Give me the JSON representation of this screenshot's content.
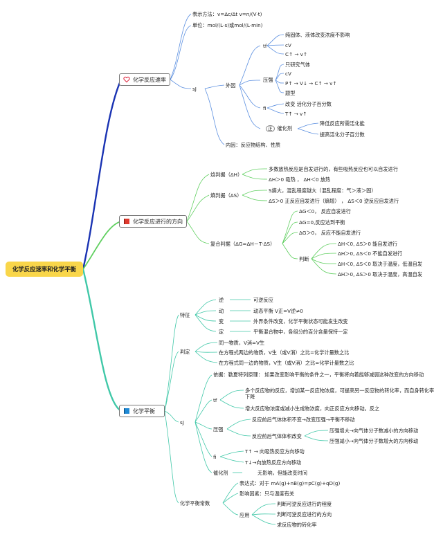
{
  "root": "化学反应速率和化学平衡",
  "b1": {
    "title": "化学反应速率",
    "icon": "heart-icon",
    "expr": "表示方法：v=Δc/Δt v=n/(V·t)",
    "unit": "单位：mol/(L·s)或mol/(L·min)",
    "sj": "sJ",
    "waiyin": "外因",
    "tf": "tf",
    "tf_items": [
      "纯固体、液体改变浓度不影响",
      "cV",
      "C↑ → v↑"
    ],
    "ya": "压强",
    "ya_items": [
      "只研究气体",
      "cV",
      "P↑ → V↓ → C↑ → v↑",
      "题型"
    ],
    "fi": "fi",
    "fi_items": [
      "改变 活化分子百分数",
      "T↑ → v↑"
    ],
    "cat_tag": "正",
    "cat": "催化剂",
    "cat_items": [
      "降低反应所需活化能",
      "提高活化分子百分数"
    ],
    "neiyin": "内因：反应物结构、性质"
  },
  "b2": {
    "title": "化学反应进行的方向",
    "icon": "red-flag-icon",
    "h": "焓判据（ΔH）",
    "h_items": [
      "多数放热反应是自发进行的，有些吸热反应也可以自发进行",
      "ΔH＞0 吸热 ， ΔH＜0 放热"
    ],
    "s": "熵判据（ΔS）",
    "s_items": [
      "S熵大，混乱程度越大（混乱程度：气＞液＞固）",
      "ΔS＞0 正反应自发进行（熵增） ， ΔS＜0 逆反应自发进行"
    ],
    "g": "复合判据（ΔG=ΔH－T·ΔS）",
    "g_items": [
      "ΔG＜0， 反应自发进行",
      "ΔG=0,反应达到平衡",
      "ΔG＞0， 反应不能自发进行"
    ],
    "pd": "判断",
    "pd_items": [
      "ΔH＜0, ΔS＞0 能自发进行",
      "ΔH＞0, ΔS＜0 不能自发进行",
      "ΔH＜0, ΔS＜0 取决于温度，低温自发",
      "ΔH＞0, ΔS＞0 取决于温度，高温自发"
    ]
  },
  "b3": {
    "title": "化学平衡",
    "icon": "blue-flag-icon",
    "tz": "特征",
    "tz_keys": [
      "逆",
      "动",
      "变",
      "定"
    ],
    "tz_vals": [
      "可逆反应",
      "动态平衡 V正=V逆≠0",
      "外界条件改变，化学平衡状态可能发生改变",
      "平衡混合物中，各组分的百分含量保持一定"
    ],
    "pd": "判定",
    "pd_items": [
      "同一物质，V消=V生",
      "在方程式两边的物质，V生（或V消）之比=化学计量数之比",
      "在方程式同一边的物质，V生（或V消）之比=化学计量数之比"
    ],
    "sj": "sJ",
    "yiju": "依据：勒夏特列原理： 如果改变影响平衡的条件之一，平衡将向着能够减弱这种改变的方向移动",
    "tf": "tf",
    "tf_items": [
      "多个反应物的反应，增加某一反应物浓度，可提高另一反应物的转化率，而自身转化率下降",
      "增大反应物浓度或减小生成物浓度，向正反应方向移动。反之"
    ],
    "ya": "压强",
    "ya_a": "反应前后气体体积不变→改变压强→平衡不移动",
    "ya_b": "反应前后气体体积改变",
    "ya_b_items": [
      "压强增大→向气体分子数减小的方向移动",
      "压强减小→向气体分子数增大的方向移动"
    ],
    "fi": "fi",
    "fi_items": [
      "T↑ → 向吸热反应方向移动",
      "T↓→向放热反应方向移动"
    ],
    "cat": "催化剂",
    "cat_val": "无影响，但能改变时间",
    "k": "化学平衡常数",
    "k_expr": "表达式：对于 mA(g)+nB(g)=pC(g)+qD(g)",
    "k_factor": "影响因素：只与温度有关",
    "k_app": "应用",
    "k_app_items": [
      "判断可逆反应进行的程度",
      "判断可逆反应进行的方向",
      "求反应物的转化率"
    ]
  }
}
